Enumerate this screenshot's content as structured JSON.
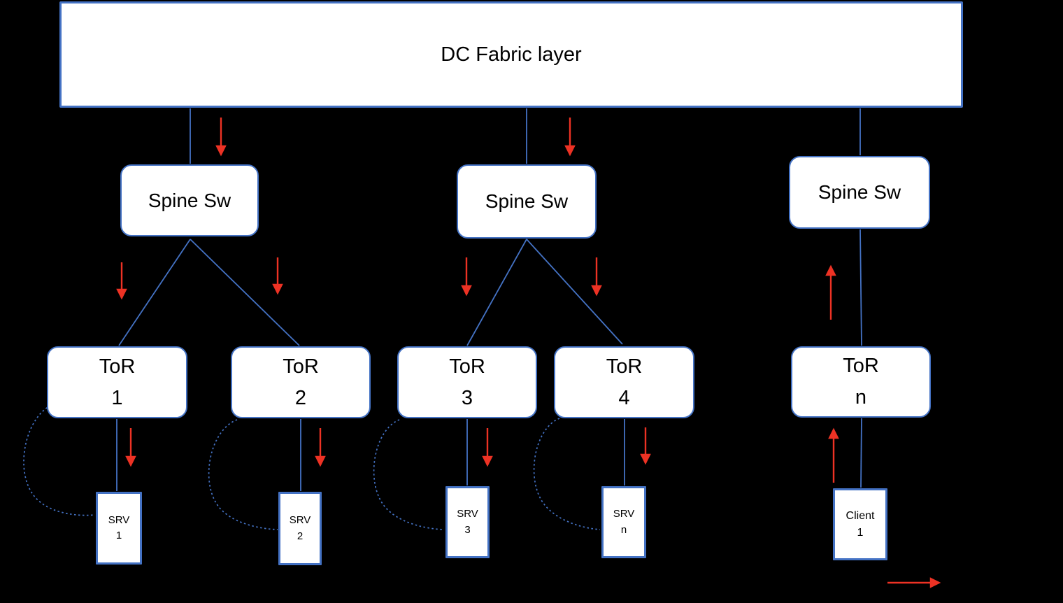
{
  "diagram_title": "DC Fabric layer",
  "colors": {
    "background": "#000000",
    "node_fill": "#ffffff",
    "node_border": "#4472C4",
    "connector": "#4472C4",
    "arrow": "#ed3224",
    "text": "#000000"
  },
  "nodes": {
    "fabric": {
      "label": "DC Fabric layer"
    },
    "spine1": {
      "label": "Spine Sw"
    },
    "spine2": {
      "label": "Spine Sw"
    },
    "spine3": {
      "label": "Spine Sw"
    },
    "tor1": {
      "line1": "ToR",
      "line2": "1"
    },
    "tor2": {
      "line1": "ToR",
      "line2": "2"
    },
    "tor3": {
      "line1": "ToR",
      "line2": "3"
    },
    "tor4": {
      "line1": "ToR",
      "line2": "4"
    },
    "torn": {
      "line1": "ToR",
      "line2": "n"
    },
    "srv1": {
      "line1": "SRV",
      "line2": "1"
    },
    "srv2": {
      "line1": "SRV",
      "line2": "2"
    },
    "srv3": {
      "line1": "SRV",
      "line2": "3"
    },
    "srvn": {
      "line1": "SRV",
      "line2": "n"
    },
    "client1": {
      "line1": "Client",
      "line2": "1"
    }
  }
}
